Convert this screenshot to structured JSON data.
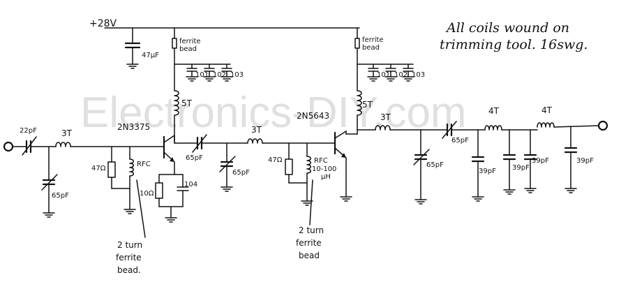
{
  "watermark": "Electronics-DIY.com",
  "supply_label": "+28V",
  "note": {
    "line1": "All coils wound on",
    "line2": "trimming tool. 16swg."
  },
  "labels": {
    "ferrite_bead": "ferrite",
    "ferrite_bead_2": "bead",
    "ferrite_bead_b": "ferrite",
    "ferrite_bead_b2": "bead",
    "cap_47uf": "47µF",
    "dec_101_a": "101",
    "dec_102_a": "102",
    "dec_103_a": "103",
    "dec_101_b": "101",
    "dec_102_b": "102",
    "dec_103_b": "103",
    "choke_5t_a": "5T",
    "choke_5t_b": "5T",
    "q1": "2N3375",
    "q2": "2N5643",
    "in_cap": "22pF",
    "coil_3t_a": "3T",
    "trim_65_a": "65pF",
    "res_47_a": "47Ω",
    "rfc_a": "RFC",
    "res_10_a": "10Ω",
    "cap_104": "104",
    "series_65": "65pF",
    "coil_3t_b": "3T",
    "trim_65_b": "65pF",
    "res_47_b": "47Ω",
    "rfc_b": "RFC",
    "rfc_b_val": "10-100",
    "rfc_b_unit": "µH",
    "coil_3t_c": "3T",
    "out_series_65": "65pF",
    "trim_65_c": "65pF",
    "coil_4t_a": "4T",
    "coil_4t_b": "4T",
    "cap_39_a": "39pF",
    "cap_39_b": "39pF",
    "cap_39_c": "39pF",
    "cap_39_d": "39pF",
    "bead_note_a_1": "2 turn",
    "bead_note_a_2": "ferrite",
    "bead_note_a_3": "bead.",
    "bead_note_b_1": "2 turn",
    "bead_note_b_2": "ferrite",
    "bead_note_b_3": "bead"
  }
}
